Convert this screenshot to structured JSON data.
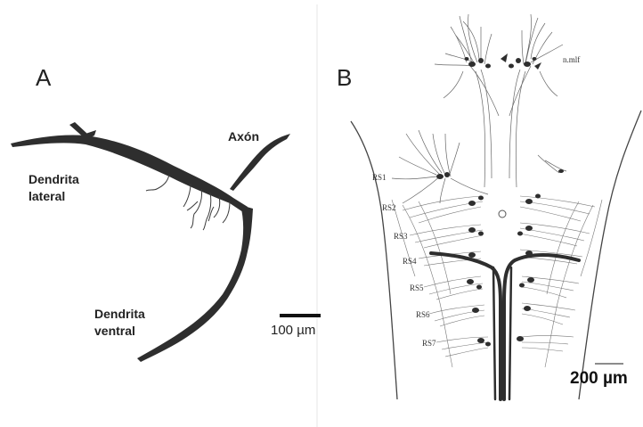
{
  "panel_a": {
    "letter": "A",
    "axon_label": "Axón",
    "lateral_label_line1": "Dendrita",
    "lateral_label_line2": "lateral",
    "ventral_label_line1": "Dendrita",
    "ventral_label_line2": "ventral",
    "scale_label": "100 µm"
  },
  "panel_b": {
    "letter": "B",
    "nucleus_label": "n.mlf",
    "rs_labels": [
      "RS1",
      "RS2",
      "RS3",
      "RS4",
      "RS5",
      "RS6",
      "RS7"
    ],
    "scale_label": "200 µm"
  },
  "colors": {
    "neuron_fill": "#2e2e2e",
    "fine_line": "#555555",
    "divider": "#e6e6e6"
  }
}
